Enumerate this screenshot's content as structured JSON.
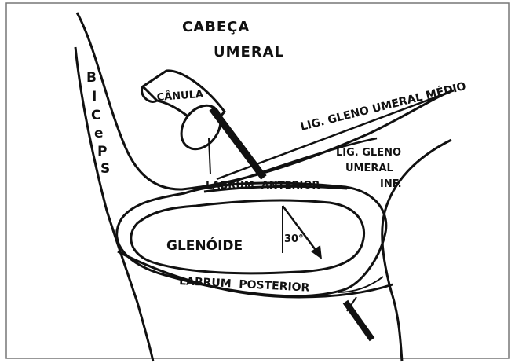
{
  "diagram": {
    "labels": {
      "cabeca": "CABEÇA",
      "umeral": "UMERAL",
      "biceps": [
        "B",
        "I",
        "C",
        "e",
        "P",
        "S"
      ],
      "canula": "CÂNULA",
      "lig_medio": "LIG. GLENO UMERAL MÉDIO",
      "lig_inf_1": "LIG. GLENO",
      "lig_inf_2": "UMERAL",
      "lig_inf_3": "INF.",
      "labrum_anterior": "LABRUM  ANTERIOR",
      "glenoide": "GLENÓIDE",
      "angle": "30°",
      "labrum_posterior": "LABRUM  POSTERIOR"
    },
    "colors": {
      "ink": "#111111",
      "background": "#ffffff",
      "frame": "#777777"
    }
  }
}
